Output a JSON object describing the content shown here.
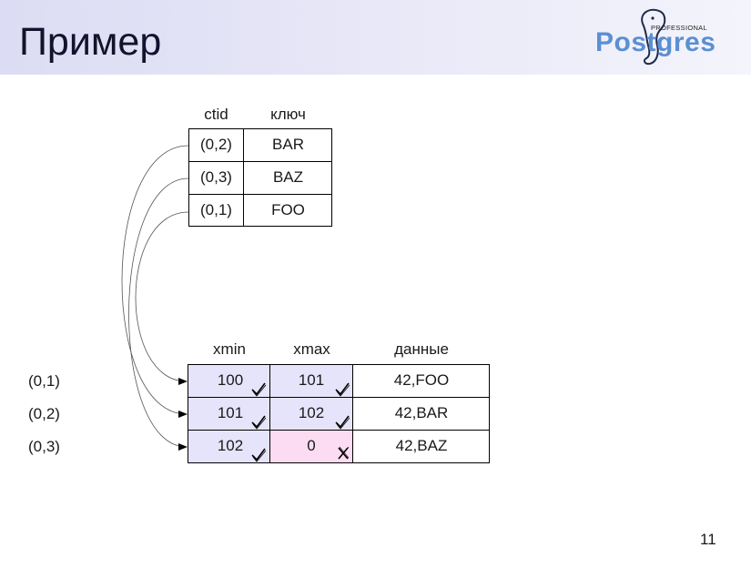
{
  "slide": {
    "title": "Пример",
    "page_number": "11"
  },
  "logo": {
    "word": "Postgres",
    "sub": "PROFESSIONAL"
  },
  "index_table": {
    "headers": [
      "ctid",
      "ключ"
    ],
    "rows": [
      {
        "ctid": "(0,2)",
        "key": "BAR"
      },
      {
        "ctid": "(0,3)",
        "key": "BAZ"
      },
      {
        "ctid": "(0,1)",
        "key": "FOO"
      }
    ]
  },
  "heap_table": {
    "headers": [
      "xmin",
      "xmax",
      "данные"
    ],
    "rows": [
      {
        "label": "(0,1)",
        "xmin": "100",
        "xmin_status": "committed",
        "xmax": "101",
        "xmax_status": "committed",
        "data": "42,FOO"
      },
      {
        "label": "(0,2)",
        "xmin": "101",
        "xmin_status": "committed",
        "xmax": "102",
        "xmax_status": "committed",
        "data": "42,BAR"
      },
      {
        "label": "(0,3)",
        "xmin": "102",
        "xmin_status": "committed",
        "xmax": "0",
        "xmax_status": "invalid",
        "data": "42,BAZ"
      }
    ]
  },
  "colors": {
    "header_band": "#dcdcf4",
    "xmin_fill": "#e6e4fa",
    "xmax_invalid_fill": "#fbdcf3",
    "logo_blue": "#5b8fd2"
  },
  "icons": {
    "committed": "check-icon",
    "invalid": "cross-icon"
  }
}
